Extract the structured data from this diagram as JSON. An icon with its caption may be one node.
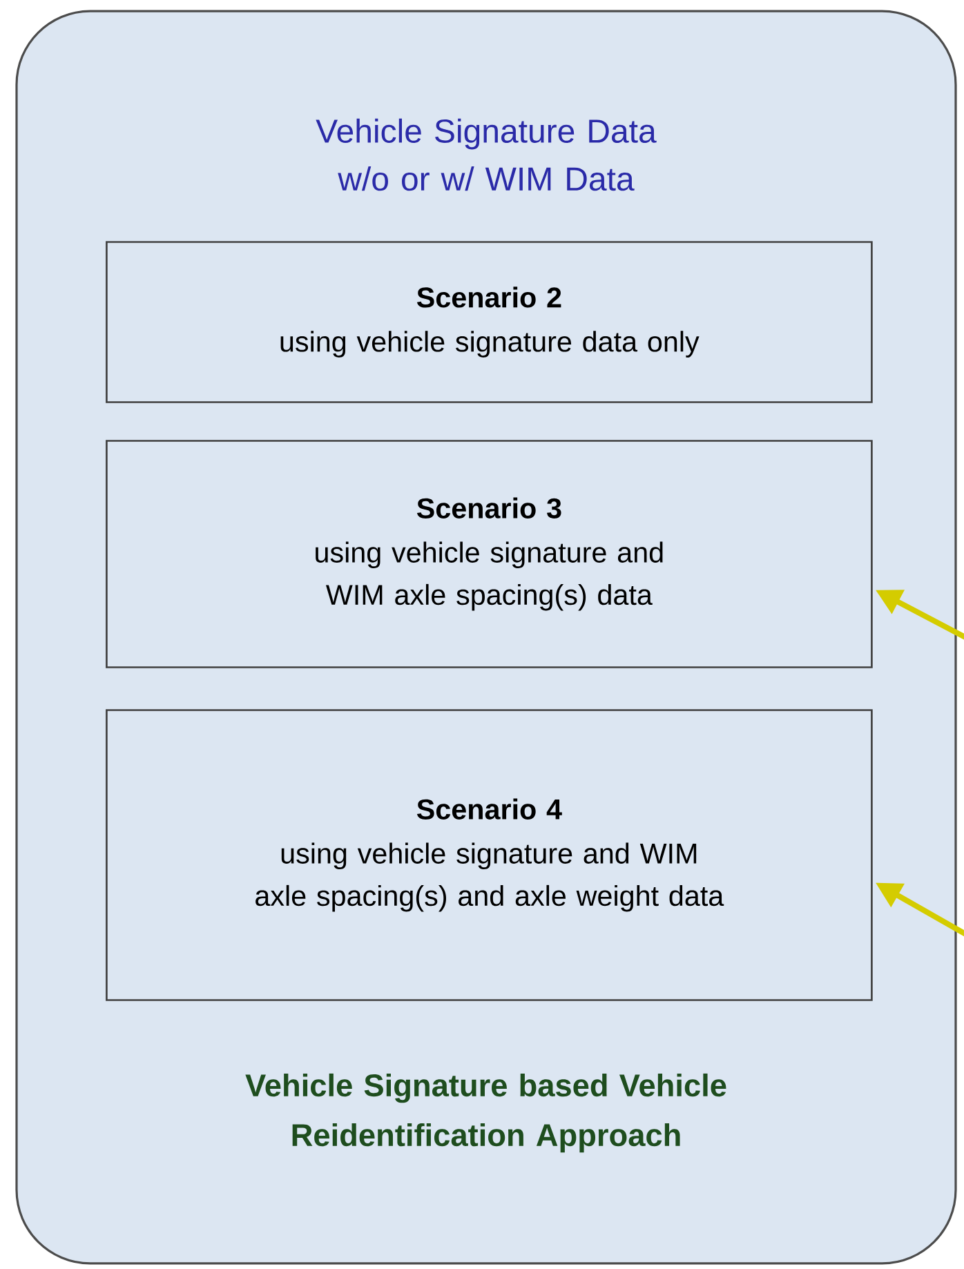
{
  "diagram": {
    "nodes": [
      {
        "text": [
          "Vehicle Signature Data w/o or w/ WIM Data",
          "Vehicle Signature based Vehicle Reidentification Approach"
        ]
      },
      {
        "text": [
          "Scenario 2",
          "using vehicle signature data only"
        ],
        "in": 0
      },
      {
        "text": [
          "Scenario 3",
          "using vehicle signature and WIM axle spacing(s) data"
        ],
        "in": 0
      },
      {
        "text": [
          "Scenario 4",
          "using vehicle signature and WIM axle spacing(s) and axle weight data"
        ],
        "in": 0
      }
    ],
    "edges": [
      {
        "from": null,
        "to": 2,
        "arrow": "to",
        "color": "#d4cc00"
      },
      {
        "from": null,
        "to": 3,
        "arrow": "to",
        "color": "#d4cc00"
      }
    ]
  }
}
